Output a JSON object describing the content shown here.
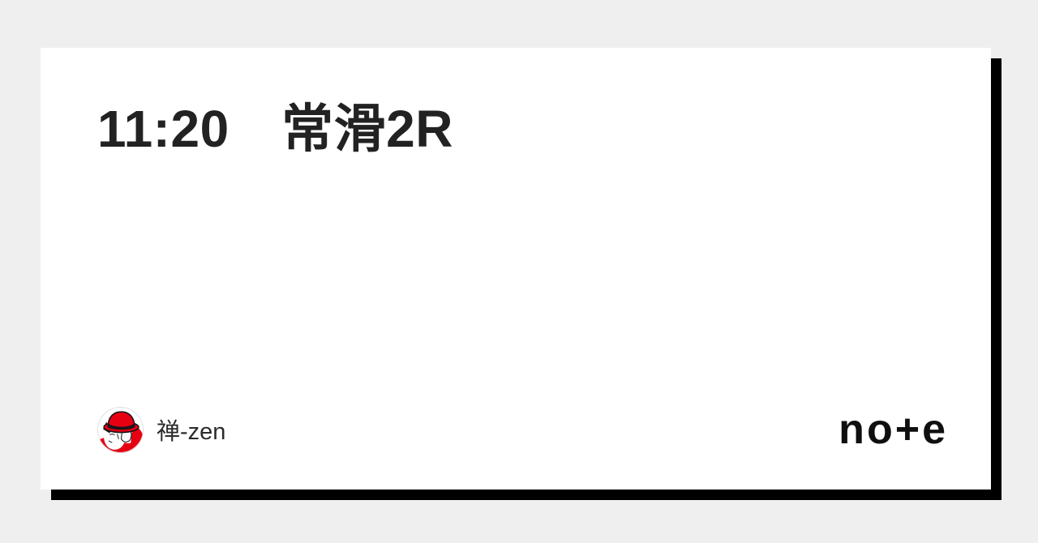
{
  "page": {
    "kind": "note-article-share-card"
  },
  "card": {
    "title": "11:20　常滑2R"
  },
  "footer": {
    "author": {
      "name": "禅-zen",
      "avatar_icon": "red-hat-character-avatar"
    },
    "brand": {
      "name": "note",
      "letters": [
        "n",
        "o",
        "+",
        "e"
      ]
    }
  },
  "colors": {
    "page_bg": "#efefef",
    "card_bg": "#ffffff",
    "card_shadow": "#000000",
    "title_color": "#222222",
    "author_name_color": "#2b2b2b",
    "logo_color": "#0f0f0f",
    "avatar_red": "#e60012",
    "avatar_line": "#15151a"
  }
}
